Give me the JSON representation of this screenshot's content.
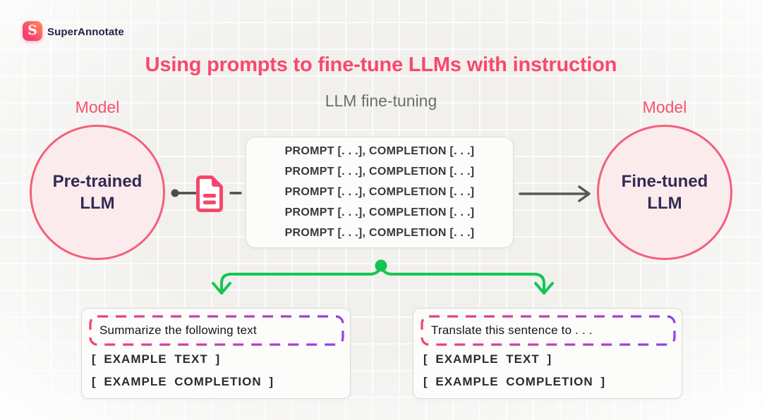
{
  "brand": {
    "name": "SuperAnnotate",
    "logo_letter": "S"
  },
  "header": {
    "title": "Using prompts to fine-tune LLMs with instruction",
    "subtitle": "LLM fine-tuning"
  },
  "models": {
    "left": {
      "label": "Model",
      "name": "Pre-trained LLM"
    },
    "right": {
      "label": "Model",
      "name": "Fine-tuned LLM"
    }
  },
  "training_box": {
    "lines": [
      "PROMPT [. . .], COMPLETION [. . .]",
      "PROMPT [. . .], COMPLETION [. . .]",
      "PROMPT [. . .], COMPLETION [. . .]",
      "PROMPT [. . .], COMPLETION [. . .]",
      "PROMPT [. . .], COMPLETION [. . .]"
    ]
  },
  "examples": {
    "left": {
      "instruction": "Summarize the following text",
      "rows": [
        "[ EXAMPLE TEXT ]",
        "[ EXAMPLE COMPLETION ]"
      ]
    },
    "right": {
      "instruction": "Translate this sentence to . . .",
      "rows": [
        "[ EXAMPLE TEXT ]",
        "[ EXAMPLE COMPLETION ]"
      ]
    }
  },
  "icons": {
    "document": "document-icon",
    "branch": "branch-arrows",
    "flow": "flow-arrow"
  },
  "colors": {
    "accent_pink": "#F9486C",
    "model_label_pink": "#F4536E",
    "circle_border": "#F2607A",
    "circle_fill": "#FCEBED",
    "navy_text": "#322B54",
    "green": "#14C553",
    "connector_gray": "#4B4B4B",
    "dash_gradient_start": "#EF4277",
    "dash_gradient_end": "#9140E8"
  }
}
